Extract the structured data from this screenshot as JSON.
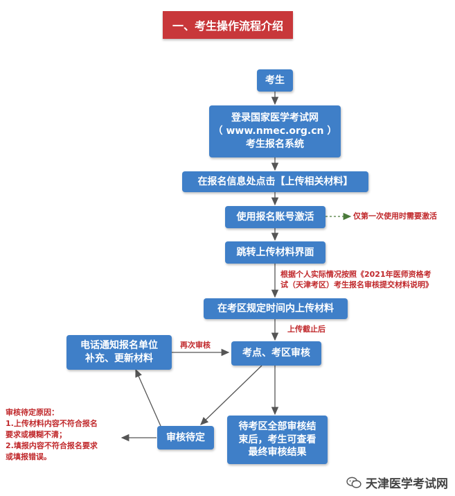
{
  "header": {
    "title": "一、考生操作流程介绍"
  },
  "nodes": {
    "candidate": "考生",
    "login": {
      "line1": "登录国家医学考试网",
      "line2": "（ www.nmec.org.cn ）",
      "line3": "考生报名系统"
    },
    "click_upload": "在报名信息处点击【上传相关材料】",
    "activate": "使用报名账号激活",
    "jump": "跳转上传材料界面",
    "upload_in_time": "在考区规定时间内上传材料",
    "review": "考点、考区审核",
    "notify": {
      "line1": "电话通知报名单位",
      "line2": "补充、更新材料"
    },
    "pending": "审核待定",
    "final": {
      "line1": "待考区全部审核结",
      "line2": "束后，考生可查看",
      "line3": "最终审核结果"
    }
  },
  "annotations": {
    "first_time": "仅第一次使用时需要激活",
    "according_line1": "根据个人实际情况按照《2021年医师资格考",
    "according_line2": "试（天津考区）考生报名审核提交材料说明》",
    "deadline": "上传截止后",
    "re_review": "再次审核"
  },
  "pending_reasons": {
    "title": "审核待定原因：",
    "line1": "1.上传材料内容不符合报名",
    "line2": "要求或模糊不清；",
    "line3": "2.填报内容不符合报名要求",
    "line4": "或填报错误。"
  },
  "watermark": {
    "text": "天津医学考试网",
    "icon": "wechat-icon"
  },
  "colors": {
    "node_fill": "#3f7fc8",
    "banner": "#c8373a",
    "annotation": "#c0282b",
    "arrow": "#555555",
    "dashed_arrow": "#4a7a3a"
  }
}
